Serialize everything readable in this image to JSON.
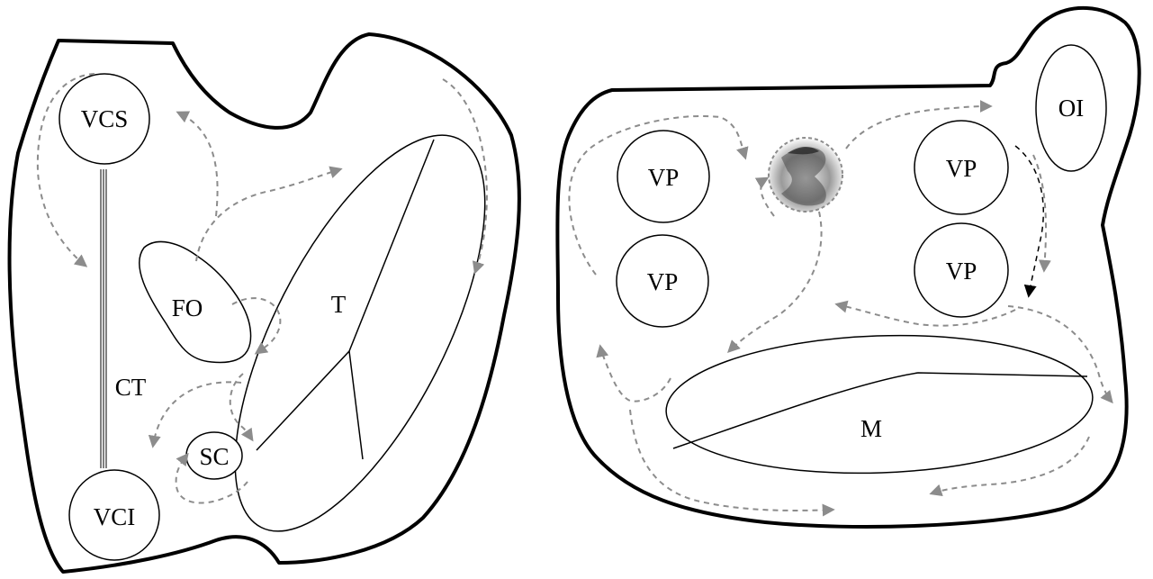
{
  "left_panel": {
    "labels": {
      "vcs": "VCS",
      "vci": "VCI",
      "fo": "FO",
      "t": "T",
      "ct": "CT",
      "sc": "SC"
    }
  },
  "right_panel": {
    "labels": {
      "vp_upper_left": "VP",
      "vp_lower_left": "VP",
      "vp_upper_right": "VP",
      "vp_lower_right": "VP",
      "oi": "OI",
      "m": "M"
    }
  },
  "colors": {
    "outline": "#000000",
    "flow_arrow": "#8c8c8c",
    "flow_arrow_emphasis": "#000000",
    "background": "#ffffff"
  }
}
